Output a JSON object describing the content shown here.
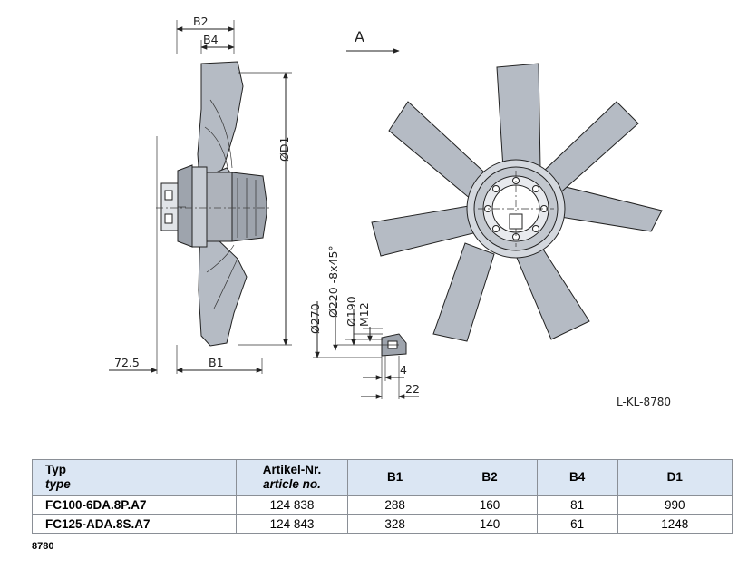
{
  "drawing": {
    "view_label": "A",
    "drawing_code": "L-KL-8780",
    "dims": {
      "b2": "B2",
      "b4": "B4",
      "d1": "ØD1",
      "b1": "B1",
      "offset": "72.5",
      "d270": "Ø270",
      "d220": "Ø220 -8x45°",
      "d190": "Ø190",
      "m12": "M12",
      "four": "4",
      "twentytwo": "22"
    }
  },
  "table": {
    "headers": {
      "typ": "Typ",
      "typ_sub": "type",
      "artikel": "Artikel-Nr.",
      "artikel_sub": "article no.",
      "b1": "B1",
      "b2": "B2",
      "b4": "B4",
      "d1": "D1"
    },
    "rows": [
      {
        "typ": "FC100-6DA.8P.A7",
        "artikel": "124 838",
        "b1": "288",
        "b2": "160",
        "b4": "81",
        "d1": "990"
      },
      {
        "typ": "FC125-ADA.8S.A7",
        "artikel": "124 843",
        "b1": "328",
        "b2": "140",
        "b4": "61",
        "d1": "1248"
      }
    ]
  },
  "footer_code": "8780"
}
